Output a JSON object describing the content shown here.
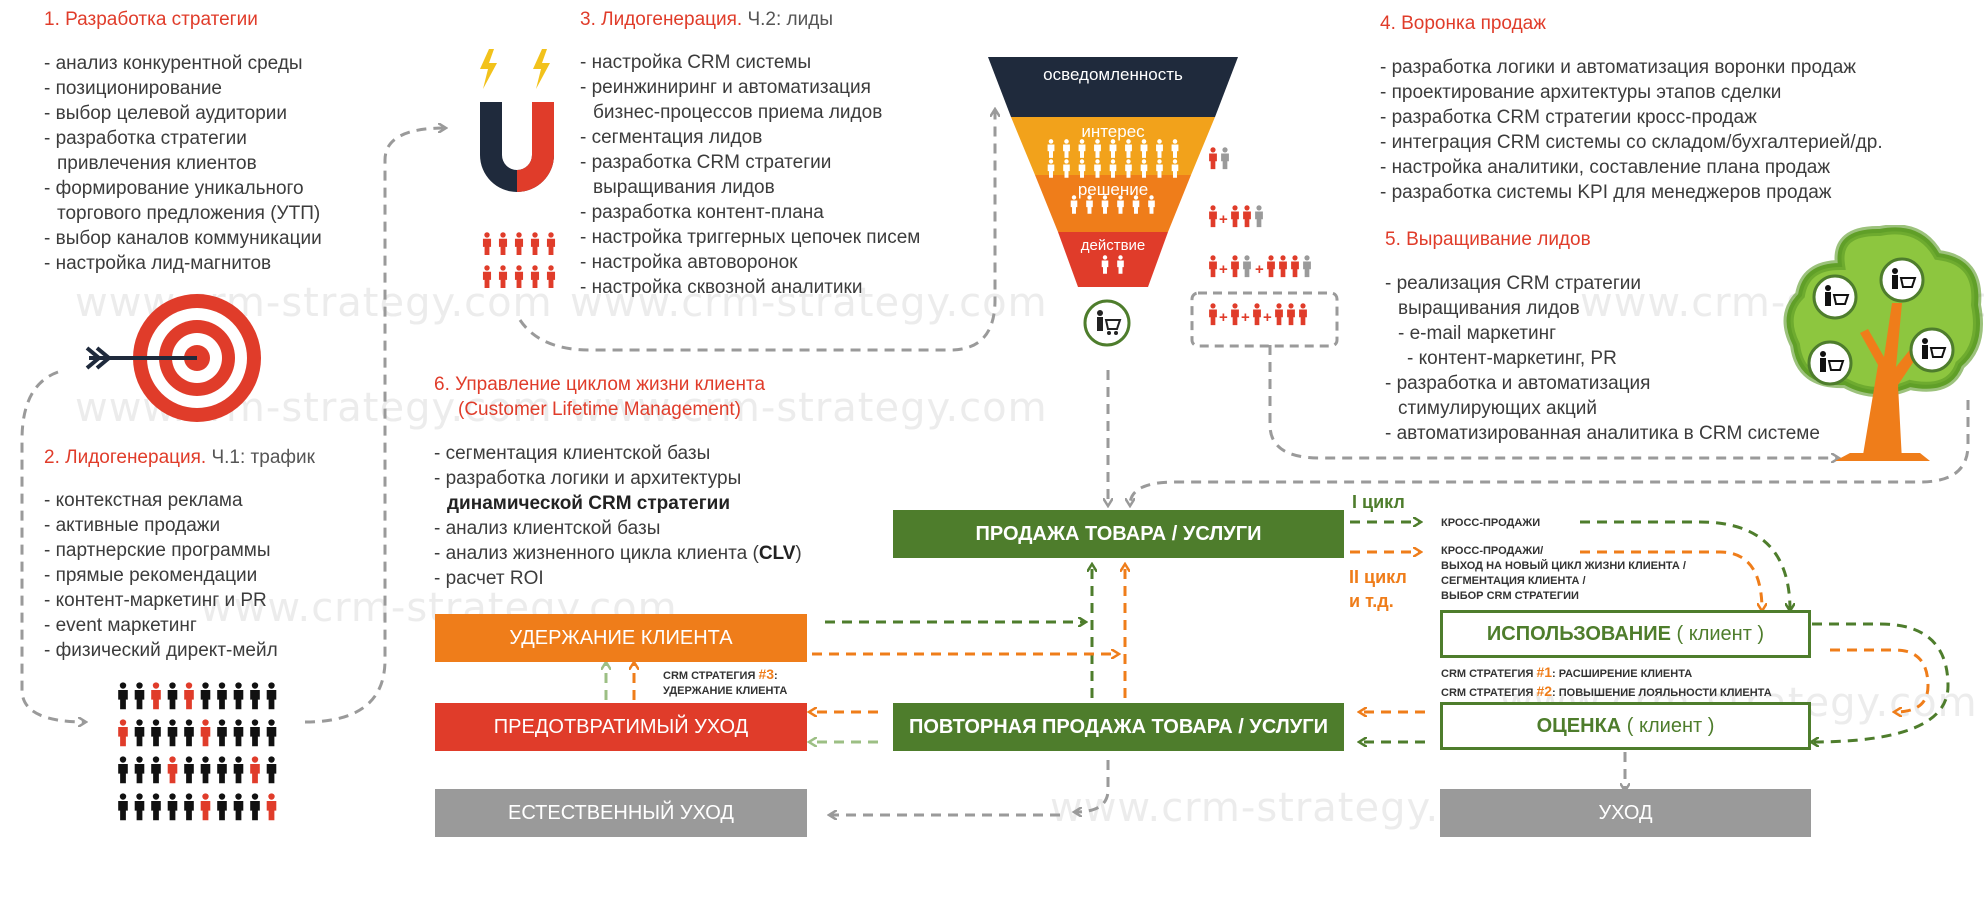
{
  "watermark": "www.crm-strategy.com",
  "sections": {
    "s1": {
      "title": "1. Разработка стратегии",
      "items": [
        "- анализ конкурентной среды",
        "- позиционирование",
        "- выбор целевой аудитории",
        "- разработка стратегии",
        "привлечения клиентов",
        "- формирование уникального",
        "торгового предложения (УТП)",
        "- выбор каналов коммуникации",
        "- настройка лид-магнитов"
      ]
    },
    "s2": {
      "title": "2. Лидогенерация.",
      "subtitle": "Ч.1: трафик",
      "items": [
        "- контекстная реклама",
        "- активные продажи",
        "- партнерские программы",
        "- прямые рекомендации",
        "- контент-маркетинг и PR",
        "- event маркетинг",
        "- физический директ-мейл"
      ]
    },
    "s3": {
      "title": "3. Лидогенерация.",
      "subtitle": "Ч.2: лиды",
      "items": [
        "- настройка CRM системы",
        "- реинжиниринг и автоматизация",
        "бизнес-процессов приема лидов",
        "- сегментация лидов",
        "- разработка CRM стратегии",
        "выращивания лидов",
        "- разработка контент-плана",
        "- настройка триггерных цепочек писем",
        "- настройка автоворонок",
        "- настройка сквозной аналитики"
      ]
    },
    "s4": {
      "title": "4. Воронка продаж",
      "items": [
        "- разработка логики и автоматизация воронки продаж",
        "- проектирование архитектуры этапов сделки",
        "- разработка CRM стратегии кросс-продаж",
        "- интеграция CRM системы со складом/бухгалтерией/др.",
        "- настройка аналитики, составление плана продаж",
        "- разработка системы KPI для менеджеров продаж"
      ]
    },
    "s5": {
      "title": "5. Выращивание лидов",
      "items": [
        "- реализация CRM стратегии",
        "выращивания лидов",
        "- e-mail маркетинг",
        "- контент-маркетинг, PR",
        "- разработка и автоматизация",
        "стимулирующих акций",
        "- автоматизированная аналитика в CRM системе"
      ]
    },
    "s6": {
      "title": "6. Управление циклом жизни клиента",
      "title2": "(Customer Lifetime Management)",
      "item1": "- сегментация клиентской базы",
      "item2": "- разработка логики и архитектуры",
      "item3_bold": "динамической CRM стратегии",
      "item4": "- анализ клиентской базы",
      "item5_pre": "- анализ жизненного цикла клиента (",
      "item5_bold": "CLV",
      "item5_post": ")",
      "item6": "- расчет ROI"
    }
  },
  "funnel": {
    "stages": [
      "осведомленность",
      "интерес",
      "решение",
      "действие"
    ],
    "colors": [
      "#1f2a3c",
      "#f2a21b",
      "#ef7d1a",
      "#e03c2a"
    ]
  },
  "boxes": {
    "sale": "ПРОДАЖА ТОВАРА / УСЛУГИ",
    "retention": "УДЕРЖАНИЕ КЛИЕНТА",
    "preventable": "ПРЕДОТВРАТИМЫЙ УХОД",
    "repeat": "ПОВТОРНАЯ ПРОДАЖА ТОВАРА / УСЛУГИ",
    "natural": "ЕСТЕСТВЕННЫЙ УХОД",
    "usage": "ИСПОЛЬЗОВАНИЕ",
    "usage_sub": "( клиент )",
    "evaluation": "ОЦЕНКА",
    "evaluation_sub": "( клиент )",
    "leave": "УХОД"
  },
  "labels": {
    "cycle1": "I цикл",
    "cycle2a": "II цикл",
    "cycle2b": "и т.д.",
    "cross1": "КРОСС-ПРОДАЖИ",
    "cross2": "КРОСС-ПРОДАЖИ/",
    "cross3": "ВЫХОД НА НОВЫЙ ЦИКЛ ЖИЗНИ КЛИЕНТА /",
    "cross4": "СЕГМЕНТАЦИЯ КЛИЕНТА /",
    "cross5": "ВЫБОР CRM СТРАТЕГИИ",
    "strat1_pre": "CRM СТРАТЕГИЯ ",
    "strat1_num": "#1",
    "strat1_post": ": РАСШИРЕНИЕ КЛИЕНТА",
    "strat2_pre": "CRM СТРАТЕГИЯ ",
    "strat2_num": "#2",
    "strat2_post": ": ПОВЫШЕНИЕ ЛОЯЛЬНОСТИ КЛИЕНТА",
    "strat3_pre": "CRM СТРАТЕГИЯ ",
    "strat3_num": "#3",
    "strat3_post": ":",
    "strat3_line2": "УДЕРЖАНИЕ КЛИЕНТА"
  },
  "colors": {
    "red": "#e03c2a",
    "orange": "#ef7d1a",
    "green": "#4e7d2c",
    "navy": "#1f2a3c",
    "gray": "#9a9a9a"
  },
  "icons": [
    "target-icon",
    "magnet-icon",
    "lightning-icon",
    "person-icon",
    "cart-icon",
    "tree-icon"
  ]
}
